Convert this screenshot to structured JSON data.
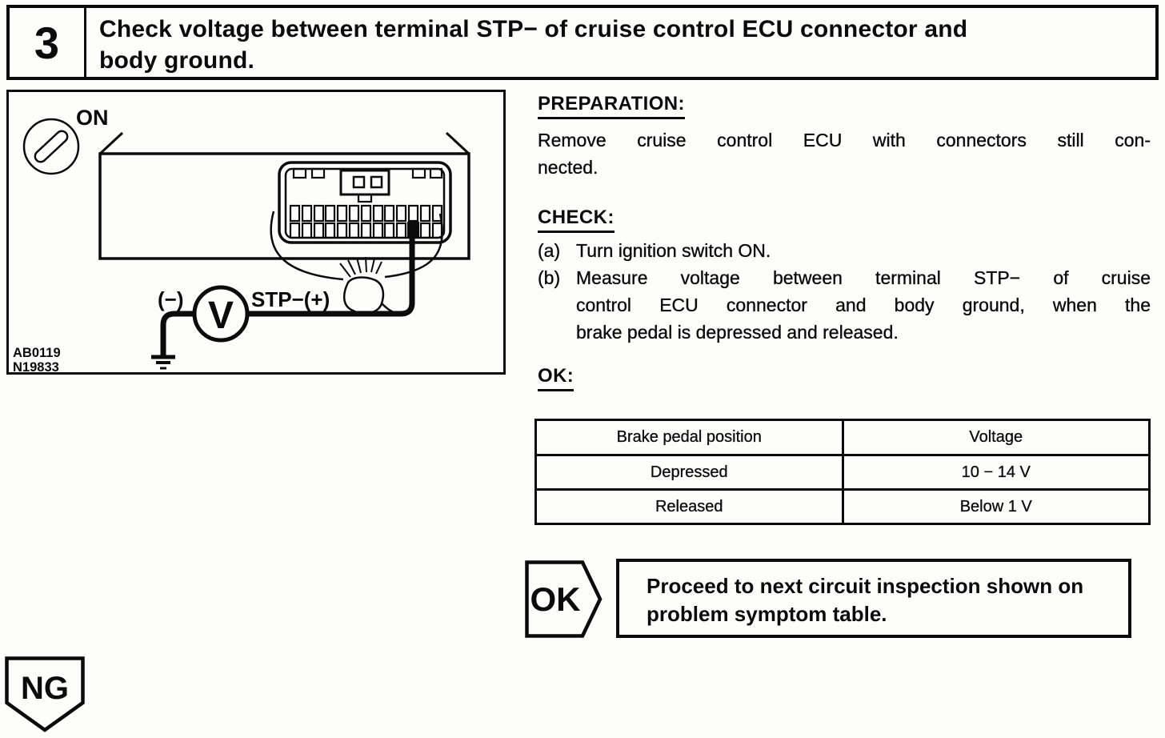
{
  "header": {
    "step_number": "3",
    "title_lines": [
      "Check voltage between terminal STP− of cruise control ECU connector and",
      "body ground."
    ]
  },
  "figure": {
    "ignition_label": "ON",
    "meter_negative_label": "(−)",
    "meter_positive_label": "STP−(+)",
    "meter_letter": "V",
    "code_line1": "AB0119",
    "code_line2": "N19833"
  },
  "preparation": {
    "heading": "PREPARATION:",
    "lines": [
      "Remove cruise control ECU with connectors still con-",
      "nected."
    ]
  },
  "check": {
    "heading": "CHECK:",
    "items": [
      {
        "marker": "(a)",
        "lines": [
          "Turn ignition switch ON."
        ]
      },
      {
        "marker": "(b)",
        "lines": [
          "Measure voltage between terminal STP− of cruise",
          "control ECU connector and body ground, when the",
          "brake pedal is depressed and released."
        ]
      }
    ]
  },
  "ok_section": {
    "heading": "OK:",
    "table": {
      "headers": [
        "Brake pedal position",
        "Voltage"
      ],
      "rows": [
        [
          "Depressed",
          "10 − 14 V"
        ],
        [
          "Released",
          "Below 1 V"
        ]
      ]
    }
  },
  "result_ok": {
    "badge": "OK",
    "action_lines": [
      "Proceed to next circuit inspection shown on",
      "problem symptom table."
    ]
  },
  "result_ng": {
    "badge": "NG"
  }
}
